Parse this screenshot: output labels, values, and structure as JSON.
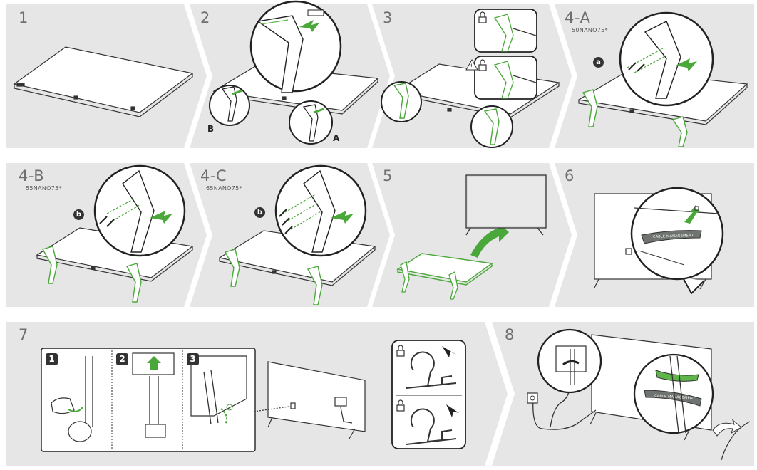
{
  "colors": {
    "panel_bg": "#e6e6e6",
    "line": "#333333",
    "accent_green": "#5fb54a",
    "arrow_green": "#4aa83a"
  },
  "steps": [
    {
      "id": "1",
      "label": "1"
    },
    {
      "id": "2",
      "label": "2",
      "callouts": [
        "B",
        "A"
      ]
    },
    {
      "id": "3",
      "label": "3",
      "icons": [
        "lock-icon",
        "unlock-icon",
        "warning-icon"
      ]
    },
    {
      "id": "4-A",
      "label": "4-A",
      "model": "50NANO75*",
      "badge": "a"
    },
    {
      "id": "4-B",
      "label": "4-B",
      "model": "55NANO75*",
      "badge": "b"
    },
    {
      "id": "4-C",
      "label": "4-C",
      "model": "65NANO75*",
      "badge": "b"
    },
    {
      "id": "5",
      "label": "5"
    },
    {
      "id": "6",
      "label": "6",
      "cable_label": "CABLE MANAGEMENT"
    },
    {
      "id": "7",
      "label": "7",
      "substeps": [
        "1",
        "2",
        "3"
      ],
      "icons": [
        "lock-icon",
        "unlock-icon"
      ]
    },
    {
      "id": "8",
      "label": "8",
      "cable_label": "CABLE MANAGEMENT"
    }
  ]
}
